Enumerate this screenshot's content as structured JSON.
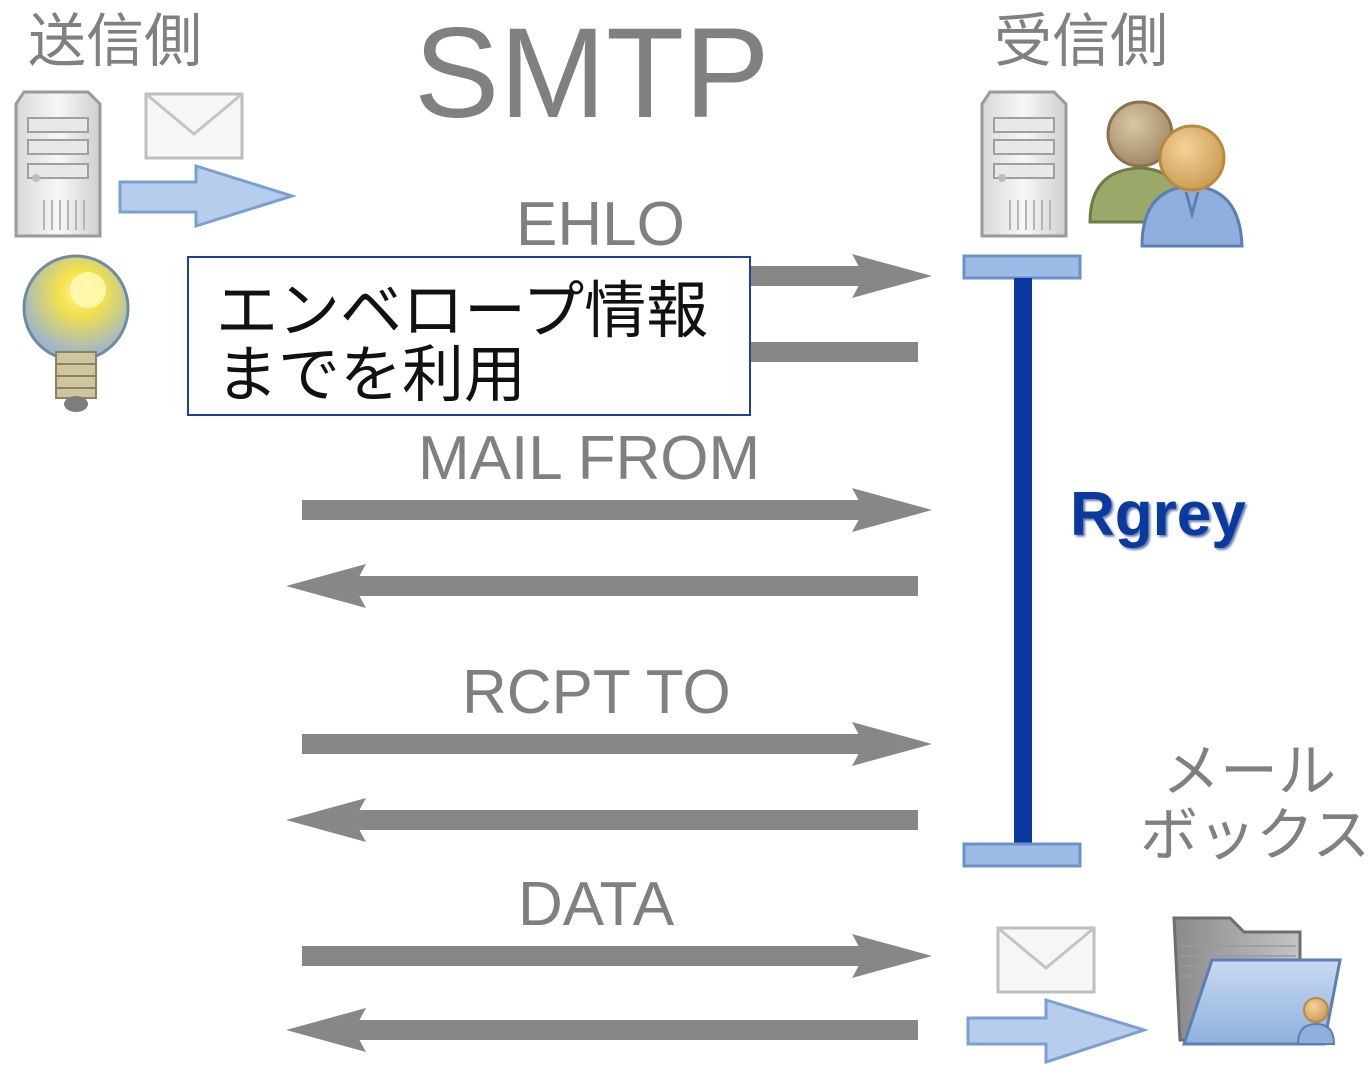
{
  "title": "SMTP",
  "sender_label": "送信側",
  "receiver_label": "受信側",
  "note_lines": [
    "エンベロープ情報",
    "までを利用"
  ],
  "rgrey_label": "Rgrey",
  "mailbox_lines": [
    "メール",
    "ボックス"
  ],
  "steps": [
    {
      "label": "EHLO"
    },
    {
      "label": "MAIL FROM"
    },
    {
      "label": "RCPT TO"
    },
    {
      "label": "DATA"
    }
  ],
  "colors": {
    "text_gray": "#808080",
    "arrow_gray": "#878787",
    "rgrey_blue": "#0a3aa0",
    "light_blue": "#a9c4e6",
    "note_border": "#1f3f9a"
  },
  "icons": [
    "server-icon",
    "envelope-icon",
    "arrow-right-icon",
    "light-bulb-icon",
    "users-icon",
    "folder-icon"
  ]
}
